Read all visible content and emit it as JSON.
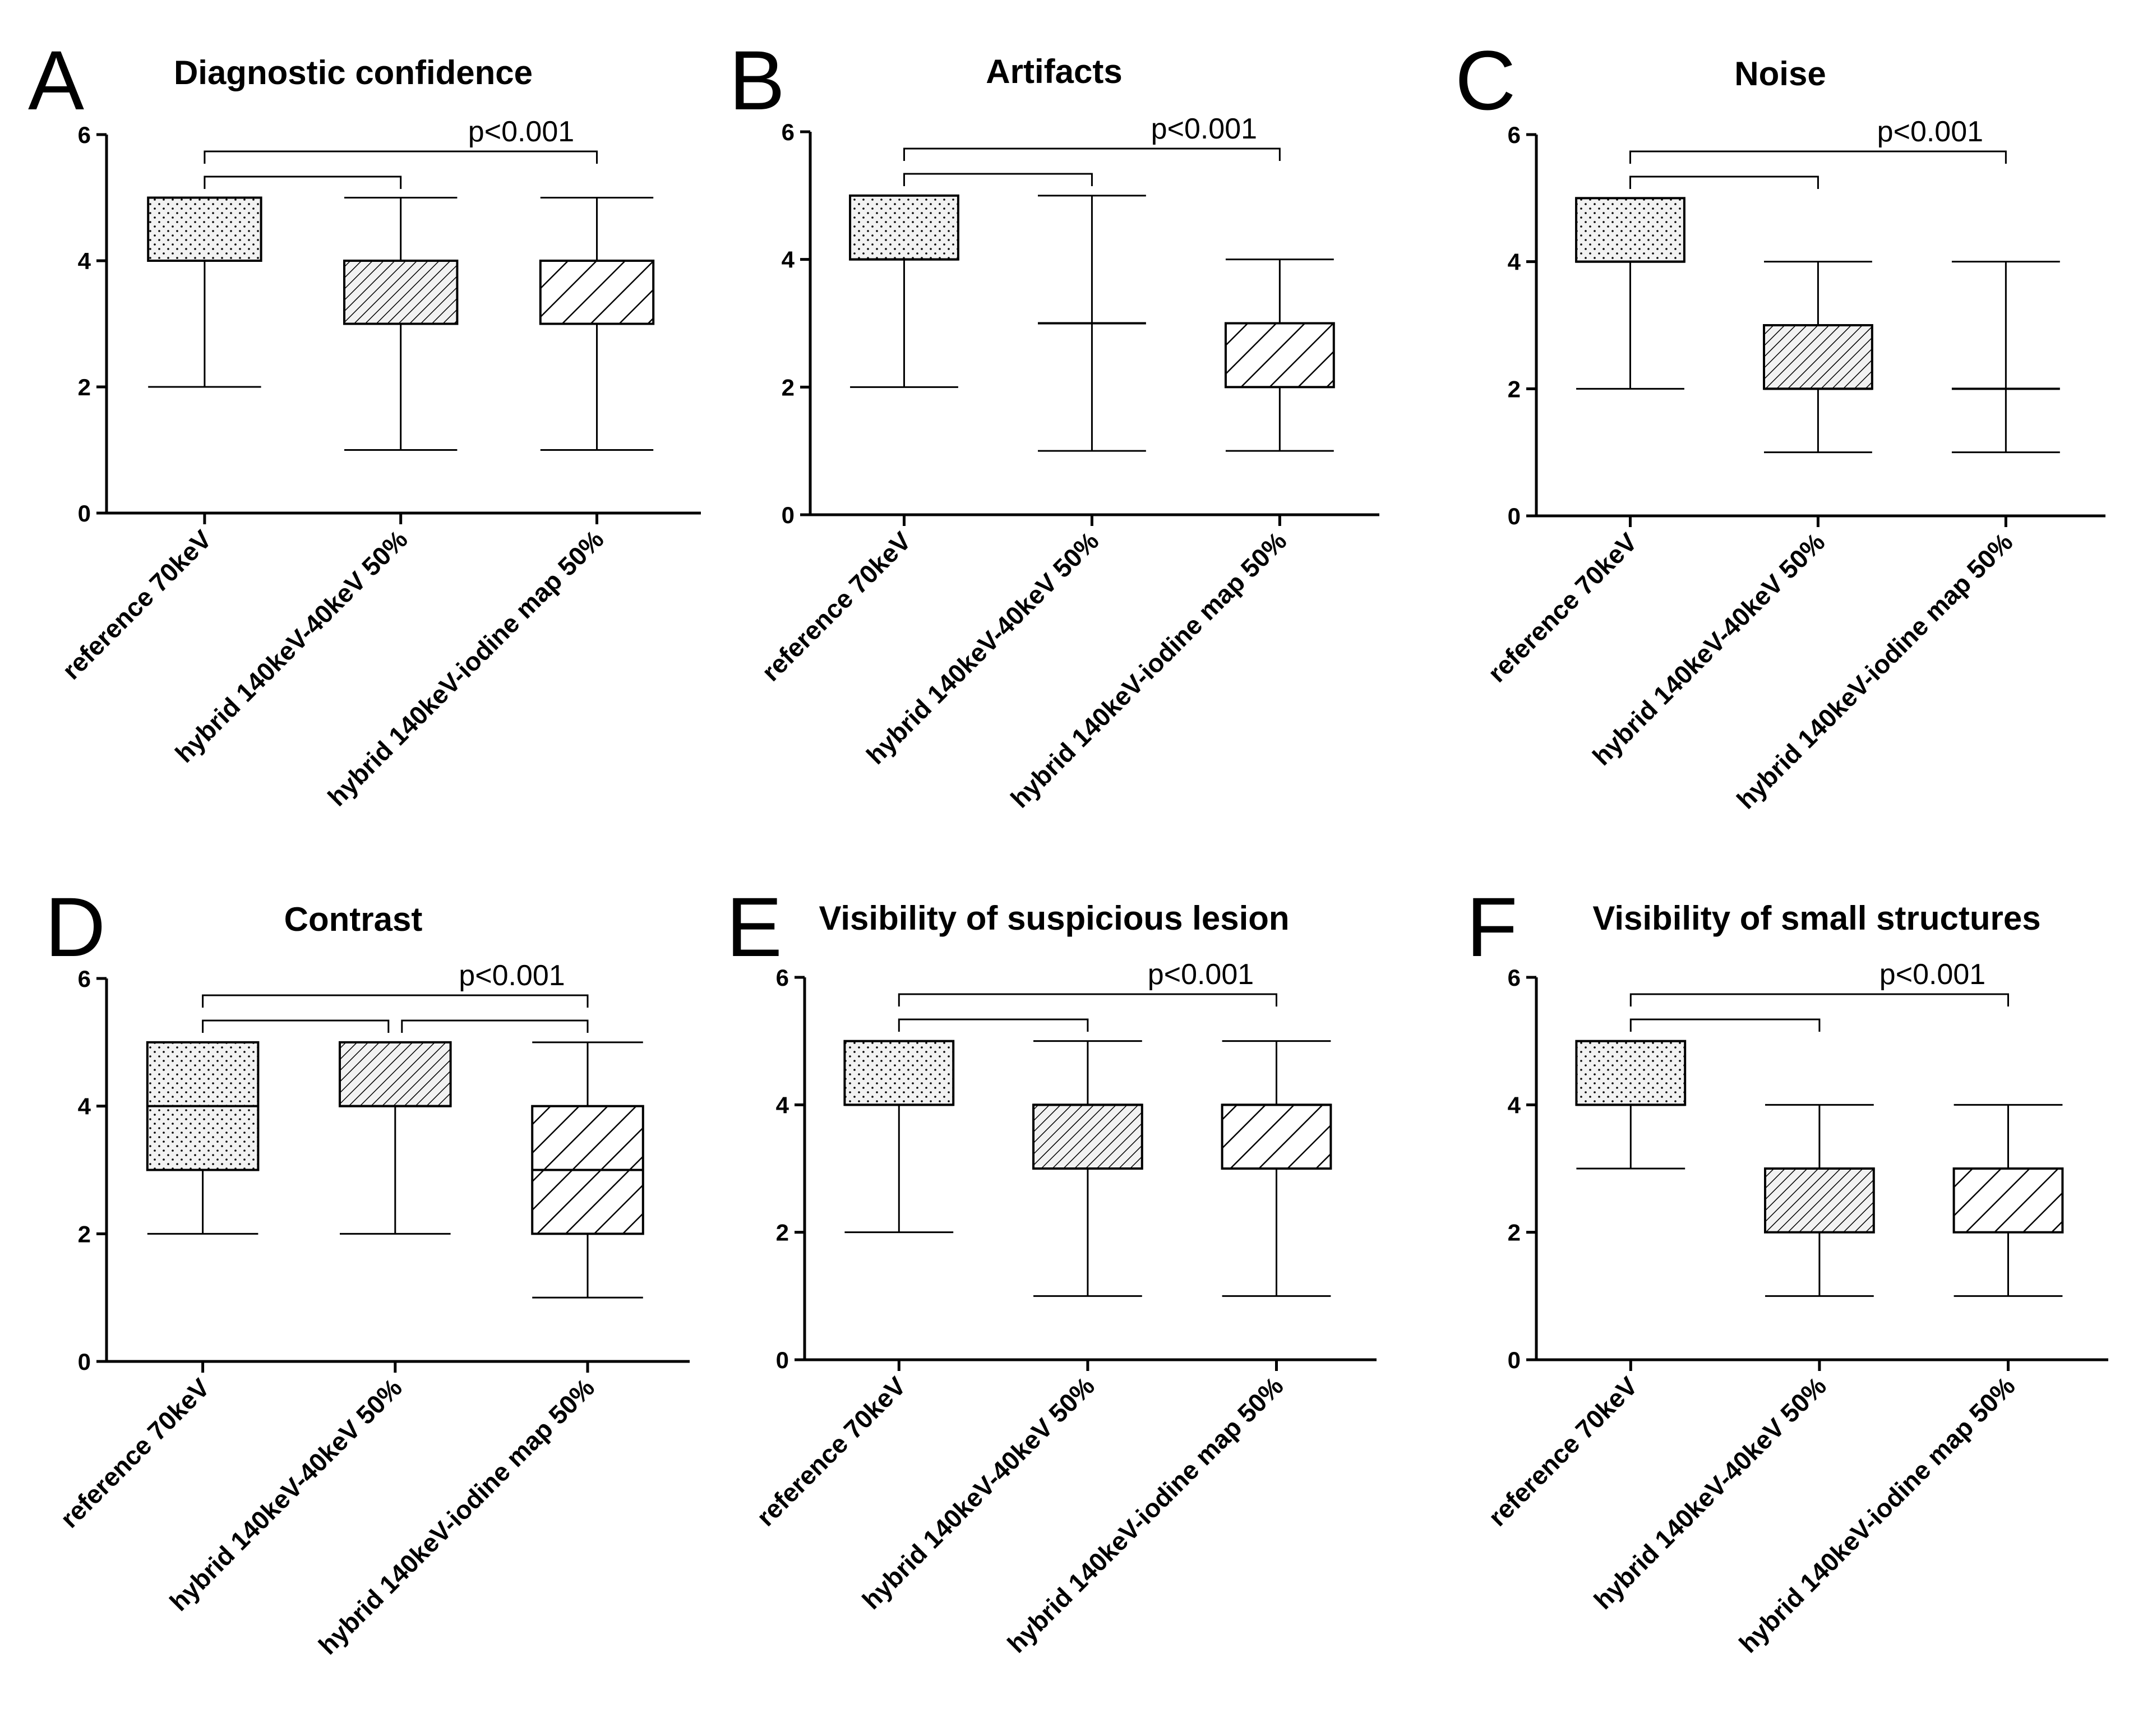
{
  "figure": {
    "categories": [
      "reference 70keV",
      "hybrid 140keV-40keV 50%",
      "hybrid 140keV-iodine map 50%"
    ],
    "fills": [
      "dots",
      "hatch-fine",
      "hatch-coarse"
    ],
    "colors": {
      "ink": "#000000",
      "box_background": "#f2f2f2",
      "page": "#ffffff"
    }
  },
  "chart_data": [
    {
      "type": "box",
      "panel_letter": "A",
      "title": "Diagnostic confidence",
      "ylim": [
        0,
        6
      ],
      "yticks": [
        0,
        2,
        4,
        6
      ],
      "categories": [
        "reference 70keV",
        "hybrid 140keV-40keV 50%",
        "hybrid 140keV-iodine map 50%"
      ],
      "boxes": [
        {
          "min": 2,
          "q1": 4,
          "median": 4,
          "q3": 5,
          "max": 5
        },
        {
          "min": 1,
          "q1": 3,
          "median": 4,
          "q3": 4,
          "max": 5
        },
        {
          "min": 1,
          "q1": 3,
          "median": 4,
          "q3": 4,
          "max": 5
        }
      ],
      "brackets": [
        {
          "from": 0,
          "to": 2,
          "level": 2,
          "label": "p<0.001"
        },
        {
          "from": 0,
          "to": 1,
          "level": 1
        }
      ]
    },
    {
      "type": "box",
      "panel_letter": "B",
      "title": "Artifacts",
      "ylim": [
        0,
        6
      ],
      "yticks": [
        0,
        2,
        4,
        6
      ],
      "categories": [
        "reference 70keV",
        "hybrid 140keV-40keV 50%",
        "hybrid 140keV-iodine map 50%"
      ],
      "boxes": [
        {
          "min": 2,
          "q1": 4,
          "median": 4,
          "q3": 5,
          "max": 5
        },
        {
          "min": 1,
          "q1": 3,
          "median": 3,
          "q3": 3,
          "max": 5
        },
        {
          "min": 1,
          "q1": 2,
          "median": 3,
          "q3": 3,
          "max": 4
        }
      ],
      "brackets": [
        {
          "from": 0,
          "to": 2,
          "level": 2,
          "label": "p<0.001"
        },
        {
          "from": 0,
          "to": 1,
          "level": 1
        }
      ]
    },
    {
      "type": "box",
      "panel_letter": "C",
      "title": "Noise",
      "ylim": [
        0,
        6
      ],
      "yticks": [
        0,
        2,
        4,
        6
      ],
      "categories": [
        "reference 70keV",
        "hybrid 140keV-40keV 50%",
        "hybrid 140keV-iodine map 50%"
      ],
      "boxes": [
        {
          "min": 2,
          "q1": 4,
          "median": 4,
          "q3": 5,
          "max": 5
        },
        {
          "min": 1,
          "q1": 2,
          "median": 2,
          "q3": 3,
          "max": 4
        },
        {
          "min": 1,
          "q1": 2,
          "median": 2,
          "q3": 2,
          "max": 4
        }
      ],
      "brackets": [
        {
          "from": 0,
          "to": 2,
          "level": 2,
          "label": "p<0.001"
        },
        {
          "from": 0,
          "to": 1,
          "level": 1
        }
      ]
    },
    {
      "type": "box",
      "panel_letter": "D",
      "title": "Contrast",
      "ylim": [
        0,
        6
      ],
      "yticks": [
        0,
        2,
        4,
        6
      ],
      "categories": [
        "reference 70keV",
        "hybrid 140keV-40keV 50%",
        "hybrid 140keV-iodine map 50%"
      ],
      "boxes": [
        {
          "min": 2,
          "q1": 3,
          "median": 4,
          "q3": 5,
          "max": 5
        },
        {
          "min": 2,
          "q1": 4,
          "median": 4,
          "q3": 5,
          "max": 5
        },
        {
          "min": 1,
          "q1": 2,
          "median": 3,
          "q3": 4,
          "max": 5
        }
      ],
      "brackets": [
        {
          "from": 0,
          "to": 2,
          "level": 2,
          "label": "p<0.001"
        },
        {
          "from": 0,
          "to": 1,
          "level": 1
        },
        {
          "from": 1,
          "to": 2,
          "level": 1
        }
      ]
    },
    {
      "type": "box",
      "panel_letter": "E",
      "title": "Visibility of suspicious lesion",
      "ylim": [
        0,
        6
      ],
      "yticks": [
        0,
        2,
        4,
        6
      ],
      "categories": [
        "reference 70keV",
        "hybrid 140keV-40keV 50%",
        "hybrid 140keV-iodine map 50%"
      ],
      "boxes": [
        {
          "min": 2,
          "q1": 4,
          "median": 4,
          "q3": 5,
          "max": 5
        },
        {
          "min": 1,
          "q1": 3,
          "median": 4,
          "q3": 4,
          "max": 5
        },
        {
          "min": 1,
          "q1": 3,
          "median": 4,
          "q3": 4,
          "max": 5
        }
      ],
      "brackets": [
        {
          "from": 0,
          "to": 2,
          "level": 2,
          "label": "p<0.001"
        },
        {
          "from": 0,
          "to": 1,
          "level": 1
        }
      ]
    },
    {
      "type": "box",
      "panel_letter": "F",
      "title": "Visibility of small structures",
      "ylim": [
        0,
        6
      ],
      "yticks": [
        0,
        2,
        4,
        6
      ],
      "categories": [
        "reference 70keV",
        "hybrid 140keV-40keV 50%",
        "hybrid 140keV-iodine map 50%"
      ],
      "boxes": [
        {
          "min": 3,
          "q1": 4,
          "median": 4,
          "q3": 5,
          "max": 5
        },
        {
          "min": 1,
          "q1": 2,
          "median": 3,
          "q3": 3,
          "max": 4
        },
        {
          "min": 1,
          "q1": 2,
          "median": 3,
          "q3": 3,
          "max": 4
        }
      ],
      "brackets": [
        {
          "from": 0,
          "to": 2,
          "level": 2,
          "label": "p<0.001"
        },
        {
          "from": 0,
          "to": 1,
          "level": 1
        }
      ]
    }
  ]
}
